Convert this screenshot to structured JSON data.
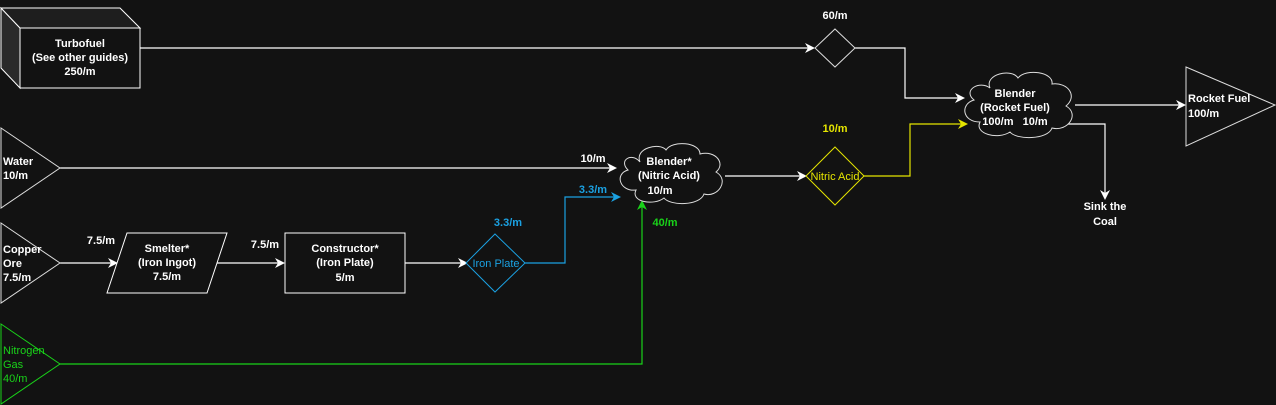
{
  "colors": {
    "background": "#121212",
    "default": "#ffffff",
    "nitric": "#e5e500",
    "iron_plate": "#1ba1e2",
    "nitrogen": "#19d219"
  },
  "nodes": {
    "turbofuel": {
      "lines": [
        "Turbofuel",
        "(See other guides)",
        "250/m"
      ]
    },
    "water": {
      "lines": [
        "Water",
        "10/m"
      ]
    },
    "copper_ore": {
      "lines": [
        "Copper",
        "Ore",
        "7.5/m"
      ]
    },
    "nitrogen_gas": {
      "lines": [
        "Nitrogen",
        "Gas",
        "40/m"
      ]
    },
    "smelter": {
      "lines": [
        "Smelter*",
        "(Iron Ingot)",
        "7.5/m"
      ]
    },
    "constructor": {
      "lines": [
        "Constructor*",
        "(Iron Plate)",
        "5/m"
      ]
    },
    "iron_plate": {
      "label": "Iron Plate",
      "rate": "3.3/m"
    },
    "blender_nitric": {
      "lines": [
        "Blender*",
        "(Nitric Acid)",
        "10/m"
      ]
    },
    "nitric_acid": {
      "label": "Nitric Acid",
      "rate": "10/m"
    },
    "turbofuel_split": {
      "rate": "60/m"
    },
    "blender_rocket": {
      "lines": [
        "Blender",
        "(Rocket Fuel)",
        "100/m   10/m"
      ]
    },
    "rocket_fuel": {
      "lines": [
        "Rocket Fuel",
        "100/m"
      ]
    },
    "sink": {
      "lines": [
        "Sink the",
        "Coal"
      ]
    }
  },
  "edge_labels": {
    "ore_to_smelter": "7.5/m",
    "smelter_to_constructor": "7.5/m",
    "water_to_blender": "10/m",
    "plate_to_blender": "3.3/m",
    "nitrogen_to_blender": "40/m"
  }
}
